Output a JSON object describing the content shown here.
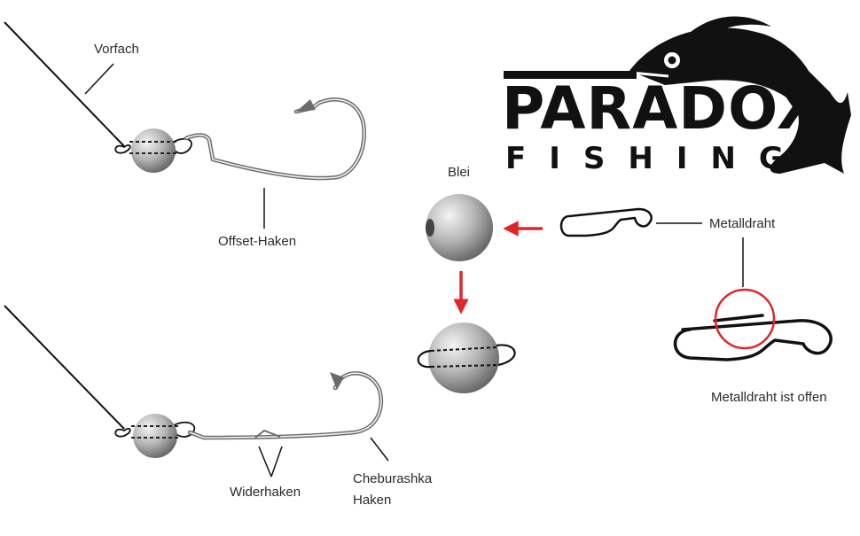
{
  "labels": {
    "vorfach": "Vorfach",
    "offset_haken": "Offset-Haken",
    "blei": "Blei",
    "metalldraht": "Metalldraht",
    "metalldraht_offen": "Metalldraht ist offen",
    "widerhaken": "Widerhaken",
    "cheburashka_line1": "Cheburashka",
    "cheburashka_line2": "Haken"
  },
  "logo": {
    "brand": "PARADOX",
    "sub": "FISHING"
  },
  "colors": {
    "arrow": "#e0262b",
    "highlight_circle": "#e0262b",
    "line": "#111111",
    "hook_outline": "#6b6b6b",
    "weight_light": "#f0f0f0",
    "weight_dark": "#7a7a7a"
  }
}
